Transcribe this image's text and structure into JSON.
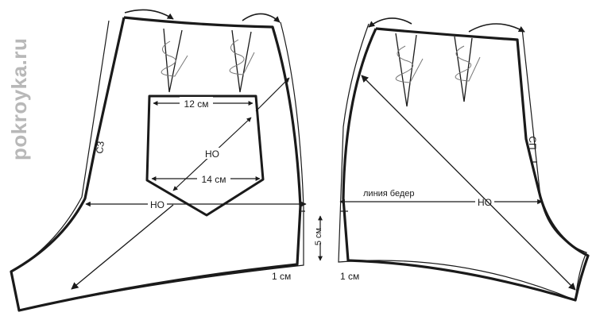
{
  "watermark": "pokroyka.ru",
  "back_piece": {
    "seam_label": "СЗ",
    "pocket_top_label": "12 см",
    "pocket_bottom_label": "14 см",
    "pocket_grain_label": "НО",
    "hip_grain_label": "НО",
    "height_label": "5 см",
    "hem_label": "1 см"
  },
  "front_piece": {
    "seam_label": "СП",
    "hip_line_label": "линия бедер",
    "grain_label": "НО",
    "hem_label": "1 см"
  },
  "colors": {
    "outline": "#1a1a1a",
    "watermark": "#b8b8b8"
  }
}
